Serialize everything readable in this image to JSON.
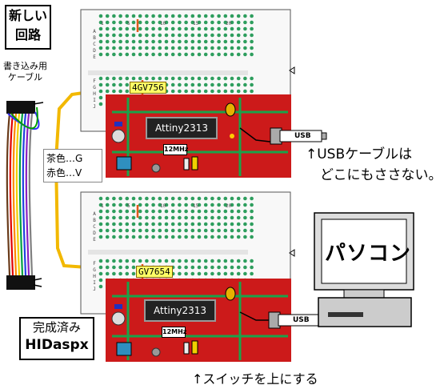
{
  "labels": {
    "new_circuit": "新しい\n回路",
    "finished": "完成済み",
    "finished_name": "HIDaspx",
    "cable": "書き込み用\nケーブル",
    "wires_note": "茶色…G\n赤色…V",
    "usb_note_line1": "↑USBケーブルは",
    "usb_note_line2": "どこにもささない。",
    "switch_note": "↑スイッチを上にする",
    "pc": "パソコン"
  },
  "top_board": {
    "chip_tag": "4GV756",
    "ic": "Attiny2313",
    "xtal": "12MHz",
    "usb": "USB",
    "col_labels": [
      "1",
      "5",
      "10",
      "15",
      "20"
    ],
    "row_labels_top": [
      "A",
      "B",
      "C",
      "D",
      "E"
    ],
    "row_labels_bottom": [
      "F",
      "G",
      "H",
      "I",
      "J"
    ]
  },
  "bottom_board": {
    "chip_tag": "GV7654",
    "ic": "Attiny2313",
    "xtal": "12MHz",
    "usb": "USB",
    "col_labels": [
      "1",
      "5",
      "10",
      "15",
      "20"
    ],
    "row_labels_top": [
      "A",
      "B",
      "C",
      "D",
      "E"
    ],
    "row_labels_bottom": [
      "F",
      "G",
      "H",
      "I",
      "J"
    ]
  },
  "colors": {
    "pcb_red": "#cc1a1a",
    "pcb_green": "#1aa34a",
    "wire_yellow": "#f2b800",
    "board_white": "#f8f8f8",
    "hole_green": "#2e9e5e"
  }
}
